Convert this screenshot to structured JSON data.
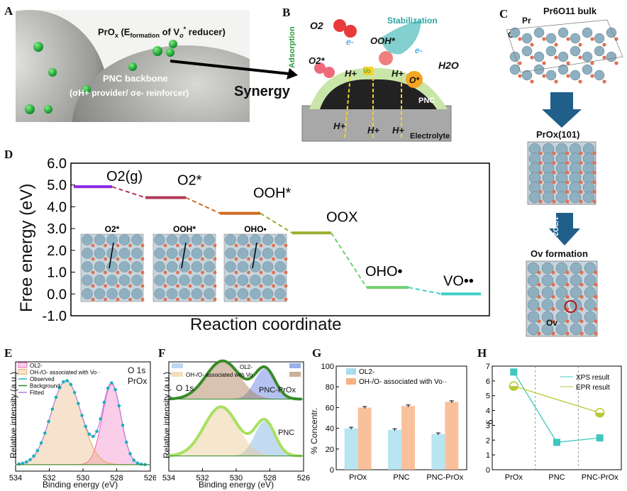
{
  "panels": {
    "A": {
      "label": "A",
      "title_main": "PrO",
      "title_sub": "x",
      "title_rest": " (E",
      "title_sub2": "formation",
      "title_rest2": " of V",
      "title_sub3": "o",
      "title_sup": "*",
      "title_end": " reducer)",
      "backbone_title": "PNC backbone",
      "backbone_desc": "(σH+ provider/ σe- reinforcer)",
      "synergy": "Synergy"
    },
    "B": {
      "label": "B",
      "o2": "O2",
      "adsorption": "Adsorption",
      "stabilization": "Stabilization",
      "o2star": "O2*",
      "ooh": "OOH*",
      "electron": "e-",
      "hplus": "H+",
      "vo": "Vo",
      "ostar": "O*",
      "h2o": "H2O",
      "pnc": "PNC",
      "electrolyte": "Electrolyte"
    },
    "C": {
      "label": "C",
      "bulk": "Pr6O11 bulk",
      "pr": "Pr",
      "o": "O",
      "surface": "PrOx(101)",
      "step": "-1/2O2",
      "ov_title": "Ov formation",
      "ov": "Ov"
    },
    "D": {
      "label": "D",
      "ylabel": "Free energy (eV)",
      "xlabel": "Reaction coordinate",
      "insets": [
        "O2*",
        "OOH*",
        "OHO•"
      ]
    },
    "E": {
      "label": "E",
      "title": "O 1s",
      "sample": "PrOx",
      "xlabel": "Binding energy (eV)",
      "ylabel": "Relative intensity (a.u.)",
      "legend": [
        "OL2-",
        "OH-/O- associated with Vo··",
        "Observed",
        "Background",
        "Fitted"
      ]
    },
    "F": {
      "label": "F",
      "title": "O 1s",
      "xlabel": "Binding energy (eV)",
      "ylabel": "Relative intensity (a.u.)",
      "legend": [
        "OL2-",
        "OH-/O- associated with Vo"
      ],
      "samples": [
        "PNC-PrOx",
        "PNC"
      ]
    },
    "G": {
      "label": "G",
      "ylabel": "% Concentr.",
      "legend": [
        "OL2-",
        "OH-/O- associated with Vo··"
      ]
    },
    "H": {
      "label": "H",
      "ylabel": "δ",
      "legend": [
        "XPS result",
        "EPR result"
      ]
    }
  },
  "chart_data": [
    {
      "id": "D",
      "type": "line",
      "title": "",
      "xlabel": "Reaction coordinate",
      "ylabel": "Free energy (eV)",
      "ylim": [
        -1.0,
        6.0
      ],
      "yticks": [
        "-1.0",
        "0.0",
        "1.0",
        "2.0",
        "3.0",
        "4.0",
        "5.0",
        "6.0"
      ],
      "states": [
        {
          "label": "O2(g)",
          "value": 4.92,
          "color": "#8a2be2"
        },
        {
          "label": "O2*",
          "value": 4.42,
          "color": "#b03a5b"
        },
        {
          "label": "OOH*",
          "value": 3.7,
          "color": "#d2691e"
        },
        {
          "label": "OOX",
          "value": 2.8,
          "color": "#9aad2e"
        },
        {
          "label": "OHO•",
          "value": 0.3,
          "color": "#6fd06f"
        },
        {
          "label": "VO••",
          "value": 0.0,
          "color": "#40d0c8"
        }
      ]
    },
    {
      "id": "E",
      "type": "area",
      "xlabel": "Binding energy (eV)",
      "ylabel": "Relative intensity (a.u.)",
      "xlim": [
        534,
        526
      ],
      "xticks": [
        534,
        532,
        530,
        528,
        526
      ],
      "peaks": [
        {
          "name": "OL2-",
          "center": 528.3,
          "height": 0.74,
          "width": 0.55,
          "color": "#f06fc0"
        },
        {
          "name": "OH-/O- associated with Vo··",
          "center": 531.0,
          "height": 0.77,
          "width": 0.9,
          "color": "#e8b070"
        }
      ]
    },
    {
      "id": "F",
      "type": "area",
      "xlabel": "Binding energy (eV)",
      "ylabel": "Relative intensity (a.u.)",
      "xlim": [
        534,
        526
      ],
      "xticks": [
        534,
        532,
        530,
        528,
        526
      ],
      "series": [
        {
          "name": "PNC-PrOx",
          "peaks": [
            {
              "center": 528.3,
              "height": 0.28
            },
            {
              "center": 530.8,
              "height": 0.35
            }
          ]
        },
        {
          "name": "PNC",
          "peaks": [
            {
              "center": 528.3,
              "height": 0.32
            },
            {
              "center": 530.9,
              "height": 0.45
            }
          ]
        }
      ]
    },
    {
      "id": "G",
      "type": "bar",
      "categories": [
        "PrOx",
        "PNC",
        "PNC-PrOx"
      ],
      "ylabel": "% Concentr.",
      "ylim": [
        0,
        100
      ],
      "yticks": [
        0,
        20,
        40,
        60,
        80,
        100
      ],
      "series": [
        {
          "name": "OL2-",
          "values": [
            40,
            38.5,
            34.5
          ],
          "errors": [
            1.0,
            1.0,
            1.0
          ],
          "color": "#a8ddee"
        },
        {
          "name": "OH-/O- associated with Vo··",
          "values": [
            60,
            61.5,
            65.5
          ],
          "errors": [
            1.0,
            1.0,
            1.0
          ],
          "color": "#f6b283"
        }
      ]
    },
    {
      "id": "H",
      "type": "line",
      "categories": [
        "PrOx",
        "PNC",
        "PNC-PrOx"
      ],
      "ylabel": "δ",
      "ylim": [
        0,
        7
      ],
      "yticks": [
        0,
        1,
        2,
        3,
        4,
        5,
        6,
        7
      ],
      "series": [
        {
          "name": "XPS result",
          "values": [
            6.6,
            1.85,
            2.15
          ],
          "color": "#3cc8c0"
        },
        {
          "name": "EPR result",
          "values": [
            5.65,
            null,
            3.85
          ],
          "color": "#b8c832"
        }
      ]
    }
  ]
}
